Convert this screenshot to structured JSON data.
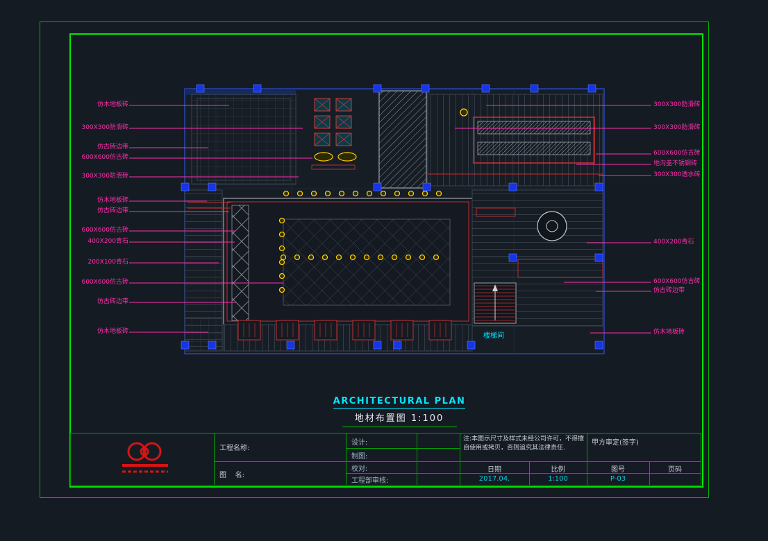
{
  "colors": {
    "background": "#151b23",
    "frame_green": "#00e800",
    "table_green": "#00a000",
    "callout_magenta": "#ff2fae",
    "accent_cyan": "#00e5ff",
    "detail_red": "#d23030",
    "column_blue": "#1535e6",
    "light_yellow": "#ffcf00"
  },
  "plan": {
    "stair_room": "楼梯间"
  },
  "callouts_left": [
    "仿木地板砖",
    "300X300防滑砖",
    "仿古砖边带",
    "600X600仿古砖",
    "300X300防滑砖",
    "仿木地板砖",
    "仿古砖边带",
    "600X600仿古砖",
    "400X200青石",
    "200X100青石",
    "600X600仿古砖",
    "仿古砖边带",
    "仿木地板砖"
  ],
  "callouts_right": [
    "300X300防滑砖",
    "300X300防滑砖",
    "600X600仿古砖",
    "地沟盖不锈钢砖",
    "300X300透水砖",
    "400X200青石",
    "600X600仿古砖",
    "仿古砖边带",
    "仿木地板砖"
  ],
  "title": {
    "en": "ARCHITECTURAL PLAN",
    "zh": "地材布置图",
    "scale": "1:100"
  },
  "titleblock": {
    "project_label": "工程名称:",
    "drawing_name_label": "图    名:",
    "design_label": "设计:",
    "draft_label": "制图:",
    "proof_label": "校对:",
    "dept_audit_label": "工程部审核:",
    "notice": "注:本图示尺寸及样式未经公司许可，不得擅自使用或拷贝，否则追究其法律责任.",
    "client_sign_label": "甲方审定(签字)",
    "date_label": "日期",
    "scale_label": "比例",
    "drawing_no_label": "图号",
    "page_no_label": "页码",
    "date_value": "2017.04.",
    "scale_value": "1:100",
    "drawing_no_value": "P-03",
    "page_no_value": ""
  }
}
